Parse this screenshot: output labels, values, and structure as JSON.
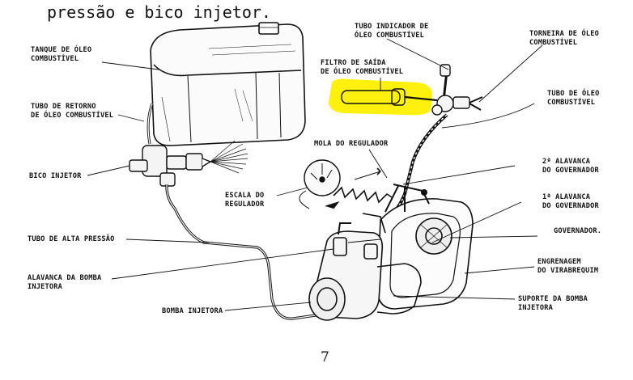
{
  "header_text": "pressão e bico injetor.",
  "page_number": "7",
  "highlight_color": "#ffef00",
  "labels": {
    "tanque": [
      "TANQUE DE ÓLEO",
      "COMBUSTÍVEL"
    ],
    "tubo_retorno": [
      "TUBO DE RETORNO",
      "DE ÓLEO COMBUSTÍVEL"
    ],
    "bico_injetor": [
      "BICO INJETOR"
    ],
    "escala": [
      "ESCALA DO",
      "REGULADOR"
    ],
    "tubo_alta": [
      "TUBO DE ALTA PRESSÃO"
    ],
    "alavanca_bomba": [
      "ALAVANCA DA BOMBA",
      "INJETORA"
    ],
    "bomba_injetora": [
      "BOMBA INJETORA"
    ],
    "tubo_indicador": [
      "TUBO INDICADOR DE",
      "ÓLEO COMBUSTÍVEL"
    ],
    "filtro": [
      "FILTRO DE SAÍDA",
      "DE ÓLEO COMBUSTÍVEL"
    ],
    "torneira": [
      "TORNEIRA DE ÓLEO",
      "COMBUSTÍVEL"
    ],
    "tubo_oleo": [
      "TUBO DE ÓLEO",
      "COMBUSTÍVEL"
    ],
    "mola": [
      "MOLA DO REGULADOR"
    ],
    "alavanca2": [
      "2ª ALAVANCA",
      "DO GOVERNADOR"
    ],
    "alavanca1": [
      "1ª ALAVANCA",
      "DO GOVERNADOR"
    ],
    "governador": [
      "GOVERNADOR."
    ],
    "engrenagem": [
      "ENGRENAGEM",
      "DO VIRABREQUIM"
    ],
    "suporte": [
      "SUPORTE DA BOMBA",
      "INJETORA"
    ]
  }
}
